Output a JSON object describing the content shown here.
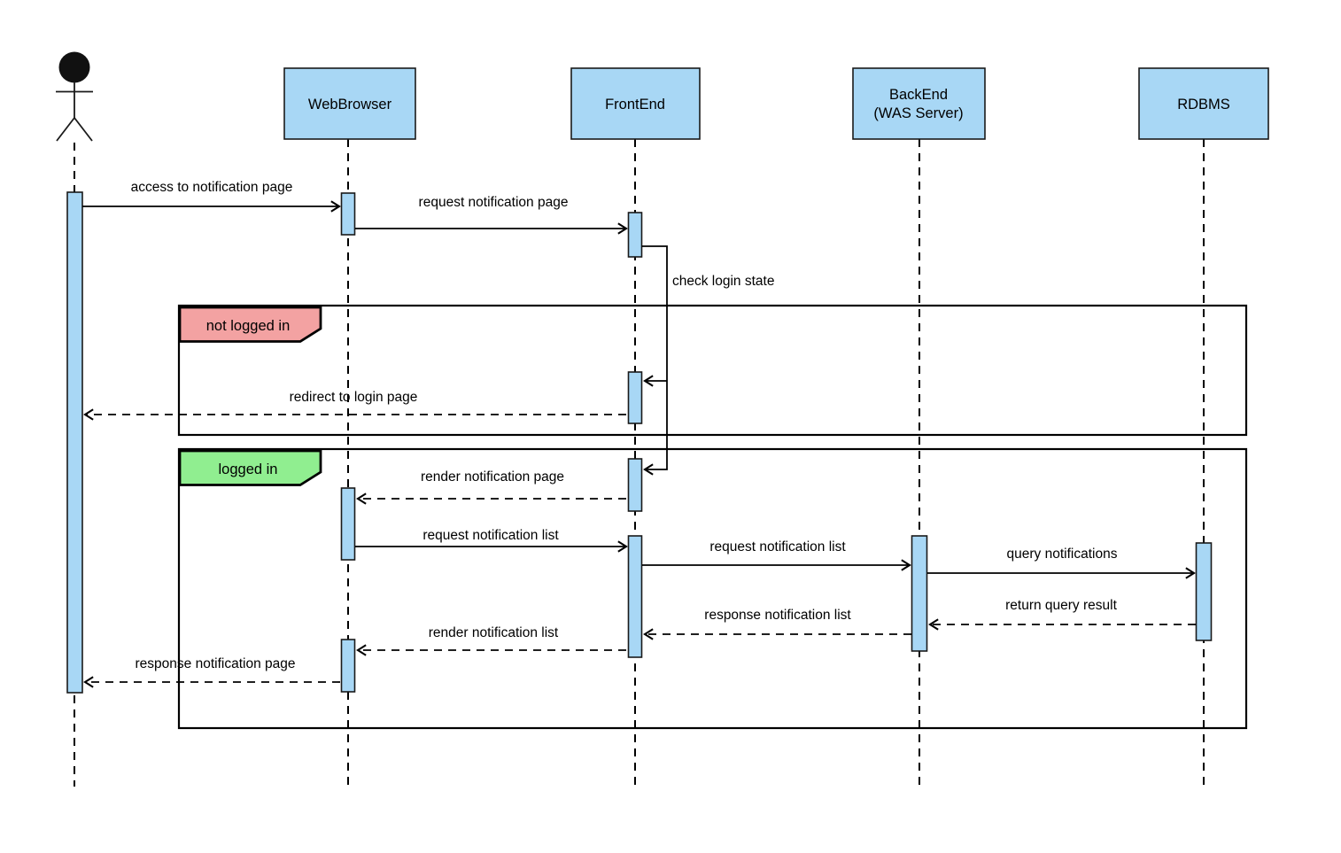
{
  "diagram_type": "uml-sequence-diagram",
  "actor": {
    "icon": "person-stick-figure-icon"
  },
  "participants": [
    {
      "name": "WebBrowser"
    },
    {
      "name": "FrontEnd"
    },
    {
      "name": "BackEnd",
      "sub": "(WAS Server)"
    },
    {
      "name": "RDBMS"
    }
  ],
  "fragments": [
    {
      "label": "not logged in"
    },
    {
      "label": "logged in"
    }
  ],
  "messages": [
    {
      "label": "access to notification page",
      "from": "User",
      "to": "WebBrowser",
      "style": "solid"
    },
    {
      "label": "request notification page",
      "from": "WebBrowser",
      "to": "FrontEnd",
      "style": "solid"
    },
    {
      "label": "check login state",
      "from": "FrontEnd",
      "to": "FrontEnd",
      "style": "self"
    },
    {
      "label": "redirect to login page",
      "from": "FrontEnd",
      "to": "User",
      "style": "dashed"
    },
    {
      "label": "render notification page",
      "from": "FrontEnd",
      "to": "WebBrowser",
      "style": "dashed"
    },
    {
      "label": "request notification list",
      "from": "WebBrowser",
      "to": "FrontEnd",
      "style": "solid"
    },
    {
      "label": "request notification list",
      "from": "FrontEnd",
      "to": "BackEnd",
      "style": "solid"
    },
    {
      "label": "query notifications",
      "from": "BackEnd",
      "to": "RDBMS",
      "style": "solid"
    },
    {
      "label": "return query result",
      "from": "RDBMS",
      "to": "BackEnd",
      "style": "dashed"
    },
    {
      "label": "response notification list",
      "from": "BackEnd",
      "to": "FrontEnd",
      "style": "dashed"
    },
    {
      "label": "render notification list",
      "from": "FrontEnd",
      "to": "WebBrowser",
      "style": "dashed"
    },
    {
      "label": "response notification page",
      "from": "WebBrowser",
      "to": "User",
      "style": "dashed"
    }
  ],
  "colors": {
    "participant_fill": "#A8D7F5",
    "activation_fill": "#A8D7F5",
    "fragment_not_logged_in_fill": "#F3A2A2",
    "fragment_logged_in_fill": "#90EE90",
    "actor_fill": "#111111",
    "stroke": "#000000",
    "background": "#FFFFFF"
  }
}
